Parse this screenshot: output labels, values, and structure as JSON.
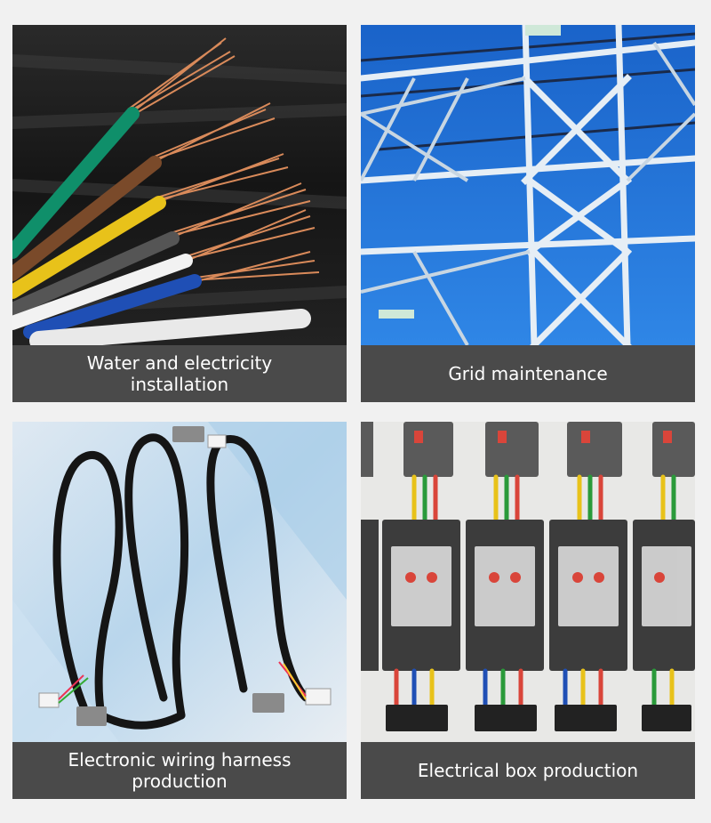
{
  "cards": [
    {
      "caption": "Water and electricity\ninstallation",
      "image": "colored-copper-wires-photo"
    },
    {
      "caption": "Grid maintenance",
      "image": "power-transmission-tower-photo"
    },
    {
      "caption": "Electronic wiring harness\nproduction",
      "image": "black-wiring-harness-photo"
    },
    {
      "caption": "Electrical box production",
      "image": "circuit-breaker-panel-photo"
    }
  ],
  "colors": {
    "caption_bg": "#4a4a4a",
    "caption_text": "#ffffff",
    "page_bg": "#f1f1f1",
    "sky": "#1c6fd6"
  }
}
